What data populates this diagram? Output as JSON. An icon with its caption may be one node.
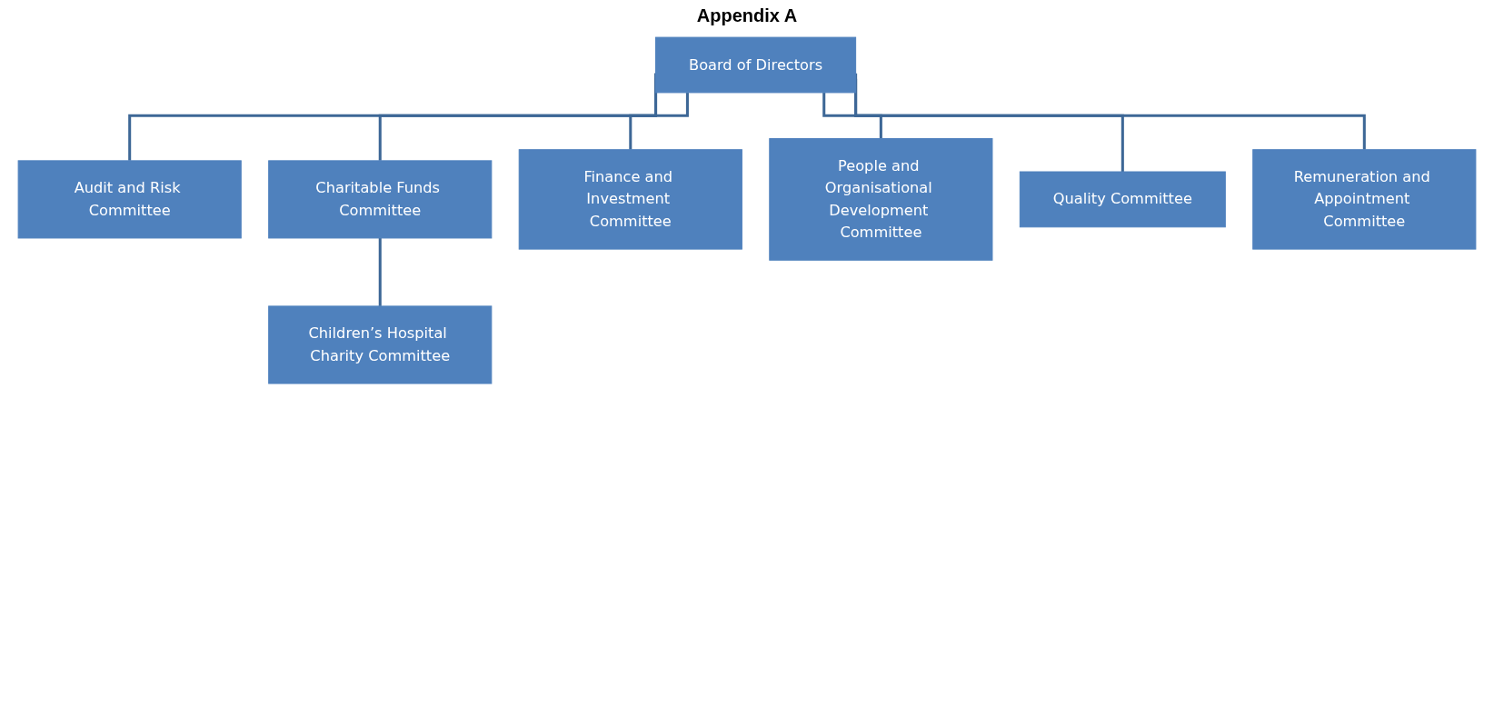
{
  "diagram": {
    "title": "Appendix A",
    "nodes": [
      {
        "text": [
          "Board of Directors"
        ]
      },
      {
        "text": [
          "Audit and Risk Committee"
        ]
      },
      {
        "text": [
          "Charitable Funds Committee"
        ]
      },
      {
        "text": [
          "Finance and Investment Committee"
        ]
      },
      {
        "text": [
          "People and Organisational Development Committee"
        ]
      },
      {
        "text": [
          "Quality Committee"
        ]
      },
      {
        "text": [
          "Remuneration and Appointment Committee"
        ]
      },
      {
        "text": [
          "Children’s Hospital Charity Committee"
        ]
      }
    ],
    "edges": [
      {
        "from": 0,
        "to": 1,
        "arrow": "none"
      },
      {
        "from": 0,
        "to": 2,
        "arrow": "none"
      },
      {
        "from": 0,
        "to": 3,
        "arrow": "none"
      },
      {
        "from": 0,
        "to": 4,
        "arrow": "none"
      },
      {
        "from": 0,
        "to": 5,
        "arrow": "none"
      },
      {
        "from": 0,
        "to": 6,
        "arrow": "none"
      },
      {
        "from": 2,
        "to": 7,
        "arrow": "none"
      }
    ]
  }
}
